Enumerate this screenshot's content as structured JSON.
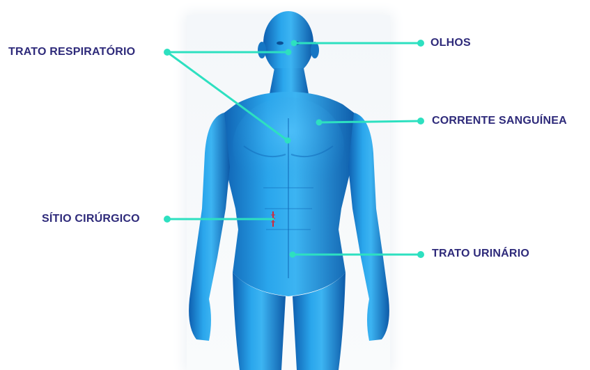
{
  "labels": {
    "respiratory": "TRATO RESPIRATÓRIO",
    "eyes": "OLHOS",
    "bloodstream": "CORRENTE SANGUÍNEA",
    "surgical_site": "SÍTIO CIRÚRGICO",
    "urinary": "TRATO URINÁRIO"
  },
  "colors": {
    "label_text": "#2e2a7a",
    "leader_line": "#2de0c0",
    "body_fill": "#1f93dc",
    "incision": "#d2283a"
  },
  "figure": {
    "subject": "human-body-front-view"
  }
}
